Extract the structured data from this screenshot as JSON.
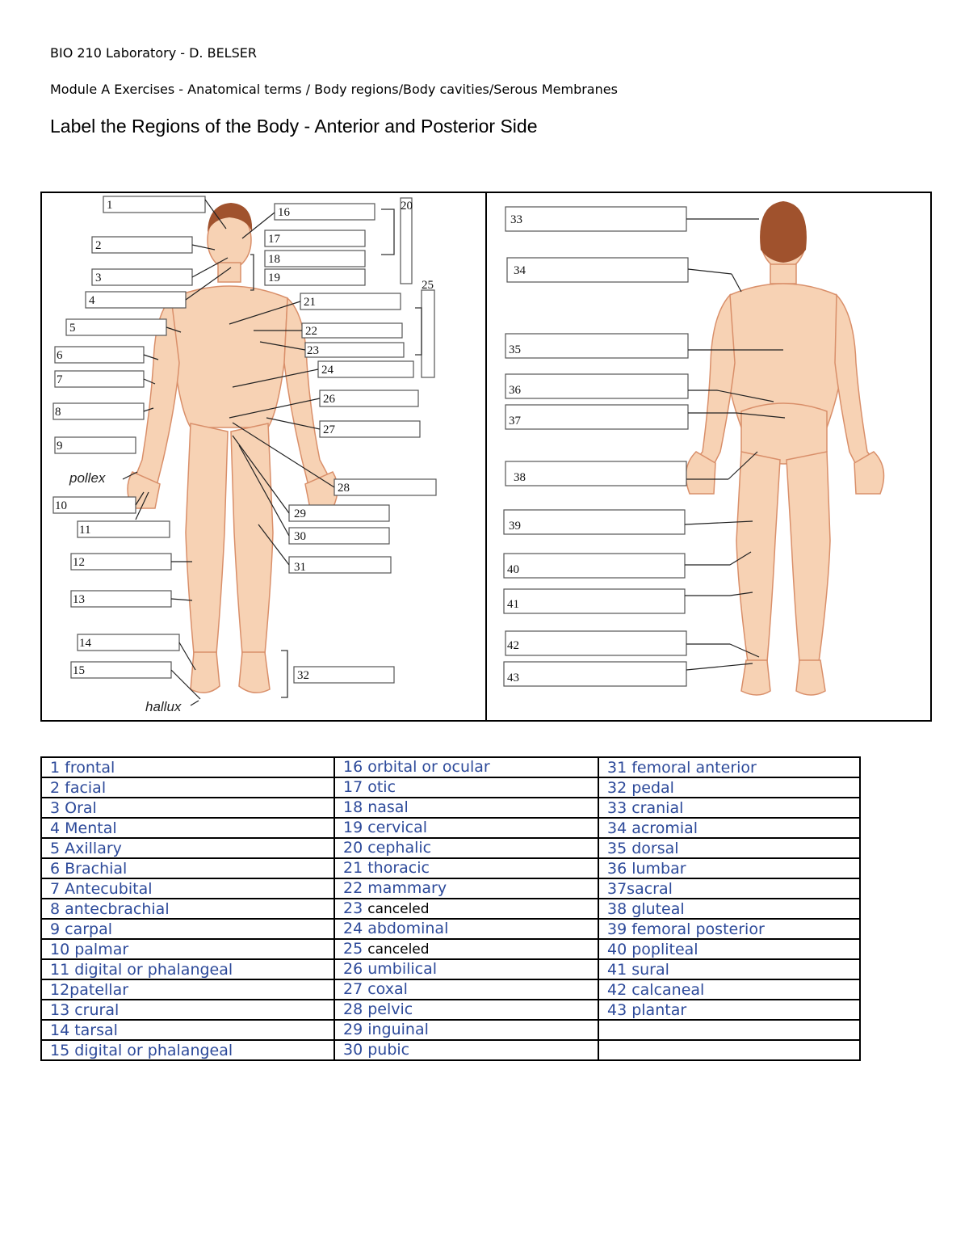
{
  "header": {
    "course": "BIO 210 Laboratory - D. BELSER",
    "module": "Module A Exercises - Anatomical terms / Body regions/Body cavities/Serous Membranes",
    "title": "Label the Regions of the Body - Anterior and Posterior Side"
  },
  "figure": {
    "pollex_label": "pollex",
    "hallux_label": "hallux",
    "anterior_numbers": [
      "1",
      "2",
      "3",
      "4",
      "5",
      "6",
      "7",
      "8",
      "9",
      "10",
      "11",
      "12",
      "13",
      "14",
      "15",
      "16",
      "17",
      "18",
      "19",
      "20",
      "21",
      "22",
      "23",
      "24",
      "25",
      "26",
      "27",
      "28",
      "29",
      "30",
      "31",
      "32"
    ],
    "posterior_numbers": [
      "33",
      "34",
      "35",
      "36",
      "37",
      "38",
      "39",
      "40",
      "41",
      "42",
      "43"
    ]
  },
  "answers": {
    "col1": [
      "1   frontal",
      "2   facial",
      "3   Oral",
      "4  Mental",
      "5  Axillary",
      "6 Brachial",
      "7 Antecubital",
      "8  antecbrachial",
      "9 carpal",
      "10 palmar",
      "11 digital or phalangeal",
      "12patellar",
      "13 crural",
      "14 tarsal",
      "15 digital or phalangeal"
    ],
    "col2": [
      {
        "num": "16 orbital or ocular",
        "suffix": ""
      },
      {
        "num": "17 otic",
        "suffix": ""
      },
      {
        "num": "18 nasal",
        "suffix": ""
      },
      {
        "num": "19 cervical",
        "suffix": ""
      },
      {
        "num": "20 cephalic",
        "suffix": ""
      },
      {
        "num": "21 thoracic",
        "suffix": ""
      },
      {
        "num": "22 mammary",
        "suffix": ""
      },
      {
        "num": "23 ",
        "suffix": "canceled"
      },
      {
        "num": "24 abdominal",
        "suffix": ""
      },
      {
        "num": "25 ",
        "suffix": "canceled"
      },
      {
        "num": "26 umbilical",
        "suffix": ""
      },
      {
        "num": "27 coxal",
        "suffix": ""
      },
      {
        "num": "28 pelvic",
        "suffix": ""
      },
      {
        "num": "29 inguinal",
        "suffix": ""
      },
      {
        "num": "30 pubic",
        "suffix": ""
      }
    ],
    "col3": [
      "31 femoral anterior",
      "32 pedal",
      "33 cranial",
      "34 acromial",
      "35 dorsal",
      "36 lumbar",
      "37sacral",
      "38 gluteal",
      "39 femoral posterior",
      "40 popliteal",
      "41 sural",
      "42 calcaneal",
      "43 plantar",
      "",
      ""
    ]
  },
  "colors": {
    "answer_text": "#2d4a9a",
    "skin": "#f7d2b4",
    "skin_line": "#d98f6a",
    "hair": "#a0522d"
  }
}
